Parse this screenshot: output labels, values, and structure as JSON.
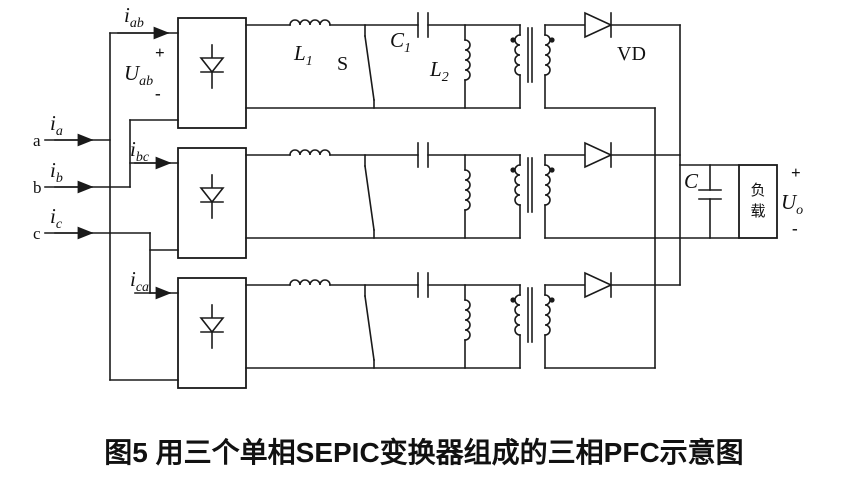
{
  "caption": "图5  用三个单相SEPIC变换器组成的三相PFC示意图",
  "colors": {
    "ink": "#1a1a1a",
    "background": "#ffffff"
  },
  "phases": {
    "a": {
      "label": "a",
      "i_main": "i",
      "i_sub": "a"
    },
    "b": {
      "label": "b",
      "i_main": "i",
      "i_sub": "b"
    },
    "c": {
      "label": "c",
      "i_main": "i",
      "i_sub": "c"
    }
  },
  "bridge_inputs": {
    "ab": {
      "i_main": "i",
      "i_sub": "ab"
    },
    "bc": {
      "i_main": "i",
      "i_sub": "bc"
    },
    "ca": {
      "i_main": "i",
      "i_sub": "ca"
    }
  },
  "u_ab": {
    "main": "U",
    "sub": "ab",
    "plus": "+",
    "minus": "-"
  },
  "components": {
    "l1_main": "L",
    "l1_sub": "1",
    "s": "S",
    "c1_main": "C",
    "c1_sub": "1",
    "l2_main": "L",
    "l2_sub": "2",
    "vd": "VD",
    "c_out": "C"
  },
  "output": {
    "load_char1": "负",
    "load_char2": "载",
    "uo_main": "U",
    "uo_sub": "o",
    "plus": "+",
    "minus": "-"
  }
}
